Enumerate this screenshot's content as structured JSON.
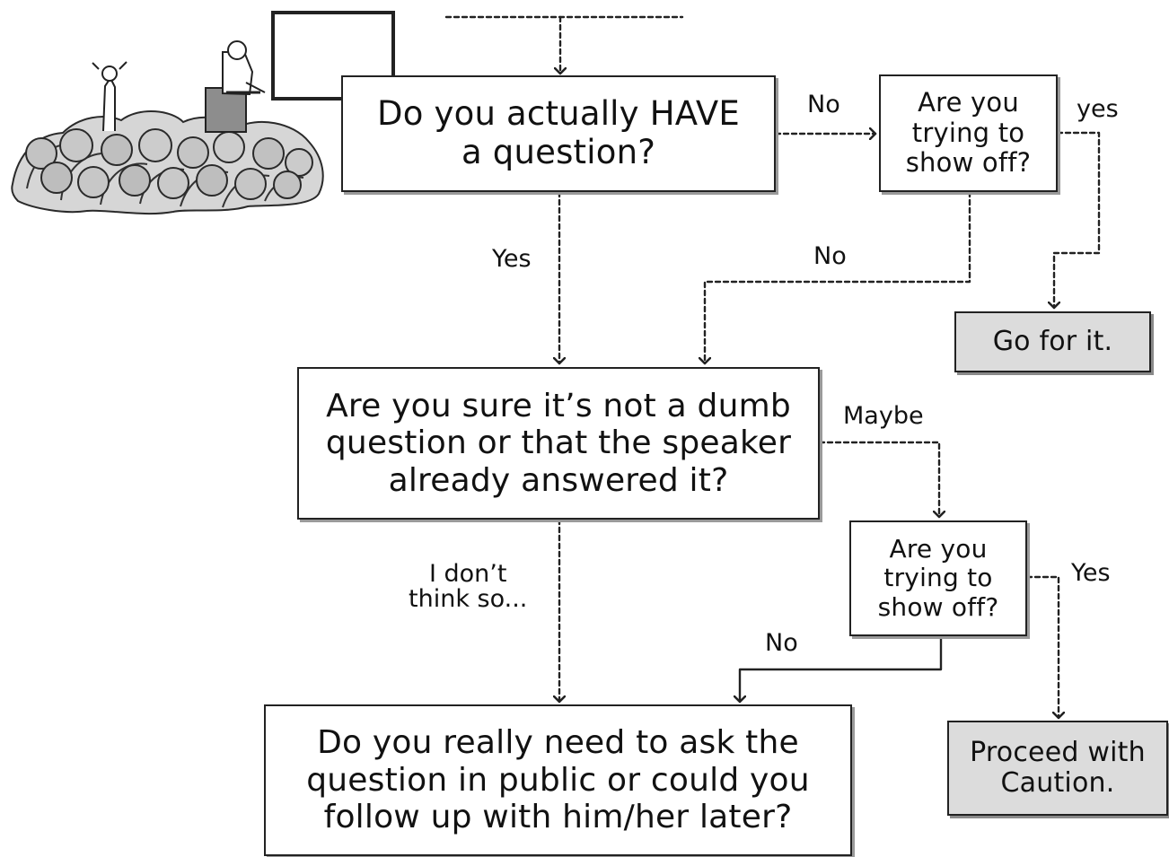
{
  "colors": {
    "line": "#222222",
    "result_fill": "#dcdcdc",
    "crowd": "#8e8e8e"
  },
  "illustration": {
    "icon": "audience-speaker-podium-icon"
  },
  "nodes": {
    "q1": "Do you actually HAVE\na question?",
    "q2": "Are you\ntrying to\nshow off?",
    "r1": "Go for it.",
    "q3": "Are you sure it’s not a dumb\nquestion or that the speaker\nalready answered it?",
    "q4": "Are you\ntrying to\nshow off?",
    "q5": "Do you really need to ask the\nquestion in public or could you\nfollow up with him/her later?",
    "r2": "Proceed with\nCaution."
  },
  "edge_labels": {
    "q1_no": "No",
    "q2_yes": "yes",
    "q2_no": "No",
    "q1_yes": "Yes",
    "q3_maybe": "Maybe",
    "q3_dont_think": "I don’t\nthink so...",
    "q4_yes": "Yes",
    "q4_no": "No"
  }
}
